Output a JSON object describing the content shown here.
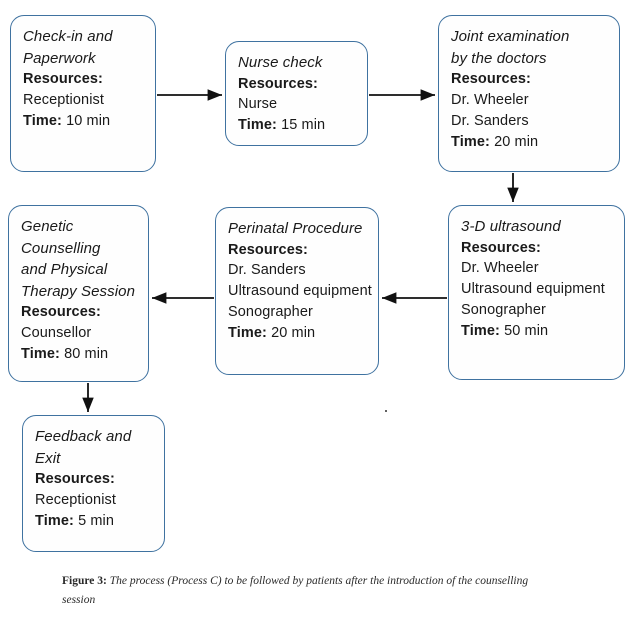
{
  "figure": {
    "caption_label": "Figure 3:",
    "caption_text": " The process (Process C) to be followed by patients after the introduction of the counselling session"
  },
  "labels": {
    "resources_label": "Resources:",
    "time_label": "Time:"
  },
  "colors": {
    "node_border": "#3f72a0",
    "edge_stroke": "#111111",
    "background": "#ffffff"
  },
  "nodes": [
    {
      "id": "checkin",
      "title": "Check-in and\nPaperwork",
      "resources": [
        "Receptionist"
      ],
      "time": "10 min"
    },
    {
      "id": "nurse",
      "title": "Nurse check",
      "resources": [
        "Nurse"
      ],
      "time": "15 min"
    },
    {
      "id": "joint",
      "title": "Joint examination\nby the doctors",
      "resources": [
        "Dr. Wheeler",
        "Dr. Sanders"
      ],
      "time": "20 min"
    },
    {
      "id": "ultrasound",
      "title": "3-D ultrasound",
      "resources": [
        "Dr. Wheeler",
        "Ultrasound equipment",
        "Sonographer"
      ],
      "time": "50 min"
    },
    {
      "id": "perinatal",
      "title": "Perinatal Procedure",
      "resources": [
        "Dr. Sanders",
        "Ultrasound equipment",
        "Sonographer"
      ],
      "time": "20 min"
    },
    {
      "id": "genetic",
      "title": "Genetic Counselling\nand Physical\nTherapy Session",
      "resources": [
        "Counsellor"
      ],
      "time": "80 min"
    },
    {
      "id": "feedback",
      "title": "Feedback and\nExit",
      "resources": [
        "Receptionist"
      ],
      "time": "5 min"
    }
  ],
  "edges": [
    {
      "from": "checkin",
      "to": "nurse",
      "direction": "right"
    },
    {
      "from": "nurse",
      "to": "joint",
      "direction": "right"
    },
    {
      "from": "joint",
      "to": "ultrasound",
      "direction": "down"
    },
    {
      "from": "ultrasound",
      "to": "perinatal",
      "direction": "left"
    },
    {
      "from": "perinatal",
      "to": "genetic",
      "direction": "left"
    },
    {
      "from": "genetic",
      "to": "feedback",
      "direction": "down"
    }
  ]
}
